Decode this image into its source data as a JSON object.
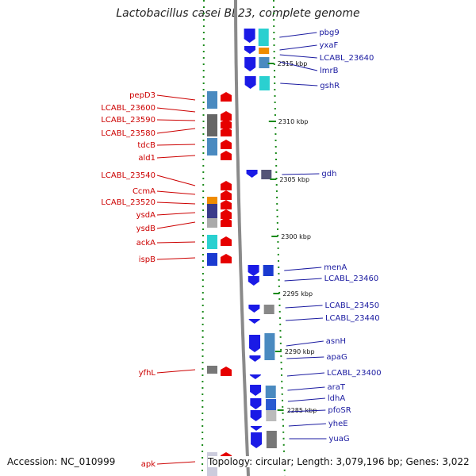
{
  "title": "Lactobacillus casei BL23, complete genome",
  "footer": {
    "accession": "Accession: NC_010999",
    "summary": "Topology: circular; Length: 3,079,196 bp; Genes: 3,022"
  },
  "colors": {
    "minus_strand_label": "#cc0000",
    "plus_strand_label": "#1a1aa0",
    "backbone": "#8a8a8a",
    "tick": "#1b8a1b"
  },
  "kbp_ticks": [
    "2315 kbp",
    "2310 kbp",
    "2305 kbp",
    "2300 kbp",
    "2295 kbp",
    "2290 kbp",
    "2285 kbp"
  ],
  "left_genes": [
    "pepD3",
    "LCABL_23600",
    "LCABL_23590",
    "LCABL_23580",
    "tdcB",
    "ald1",
    "LCABL_23540",
    "CcmA",
    "LCABL_23520",
    "ysdA",
    "ysdB",
    "ackA",
    "ispB",
    "yfhL",
    "apk"
  ],
  "right_genes": [
    "pbg9",
    "yxaF",
    "LCABL_23640",
    "lmrB",
    "gshR",
    "gdh",
    "menA",
    "LCABL_23460",
    "LCABL_23450",
    "LCABL_23440",
    "asnH",
    "apaG",
    "LCABL_23400",
    "araT",
    "ldhA",
    "pfoSR",
    "yheE",
    "yuaG"
  ]
}
